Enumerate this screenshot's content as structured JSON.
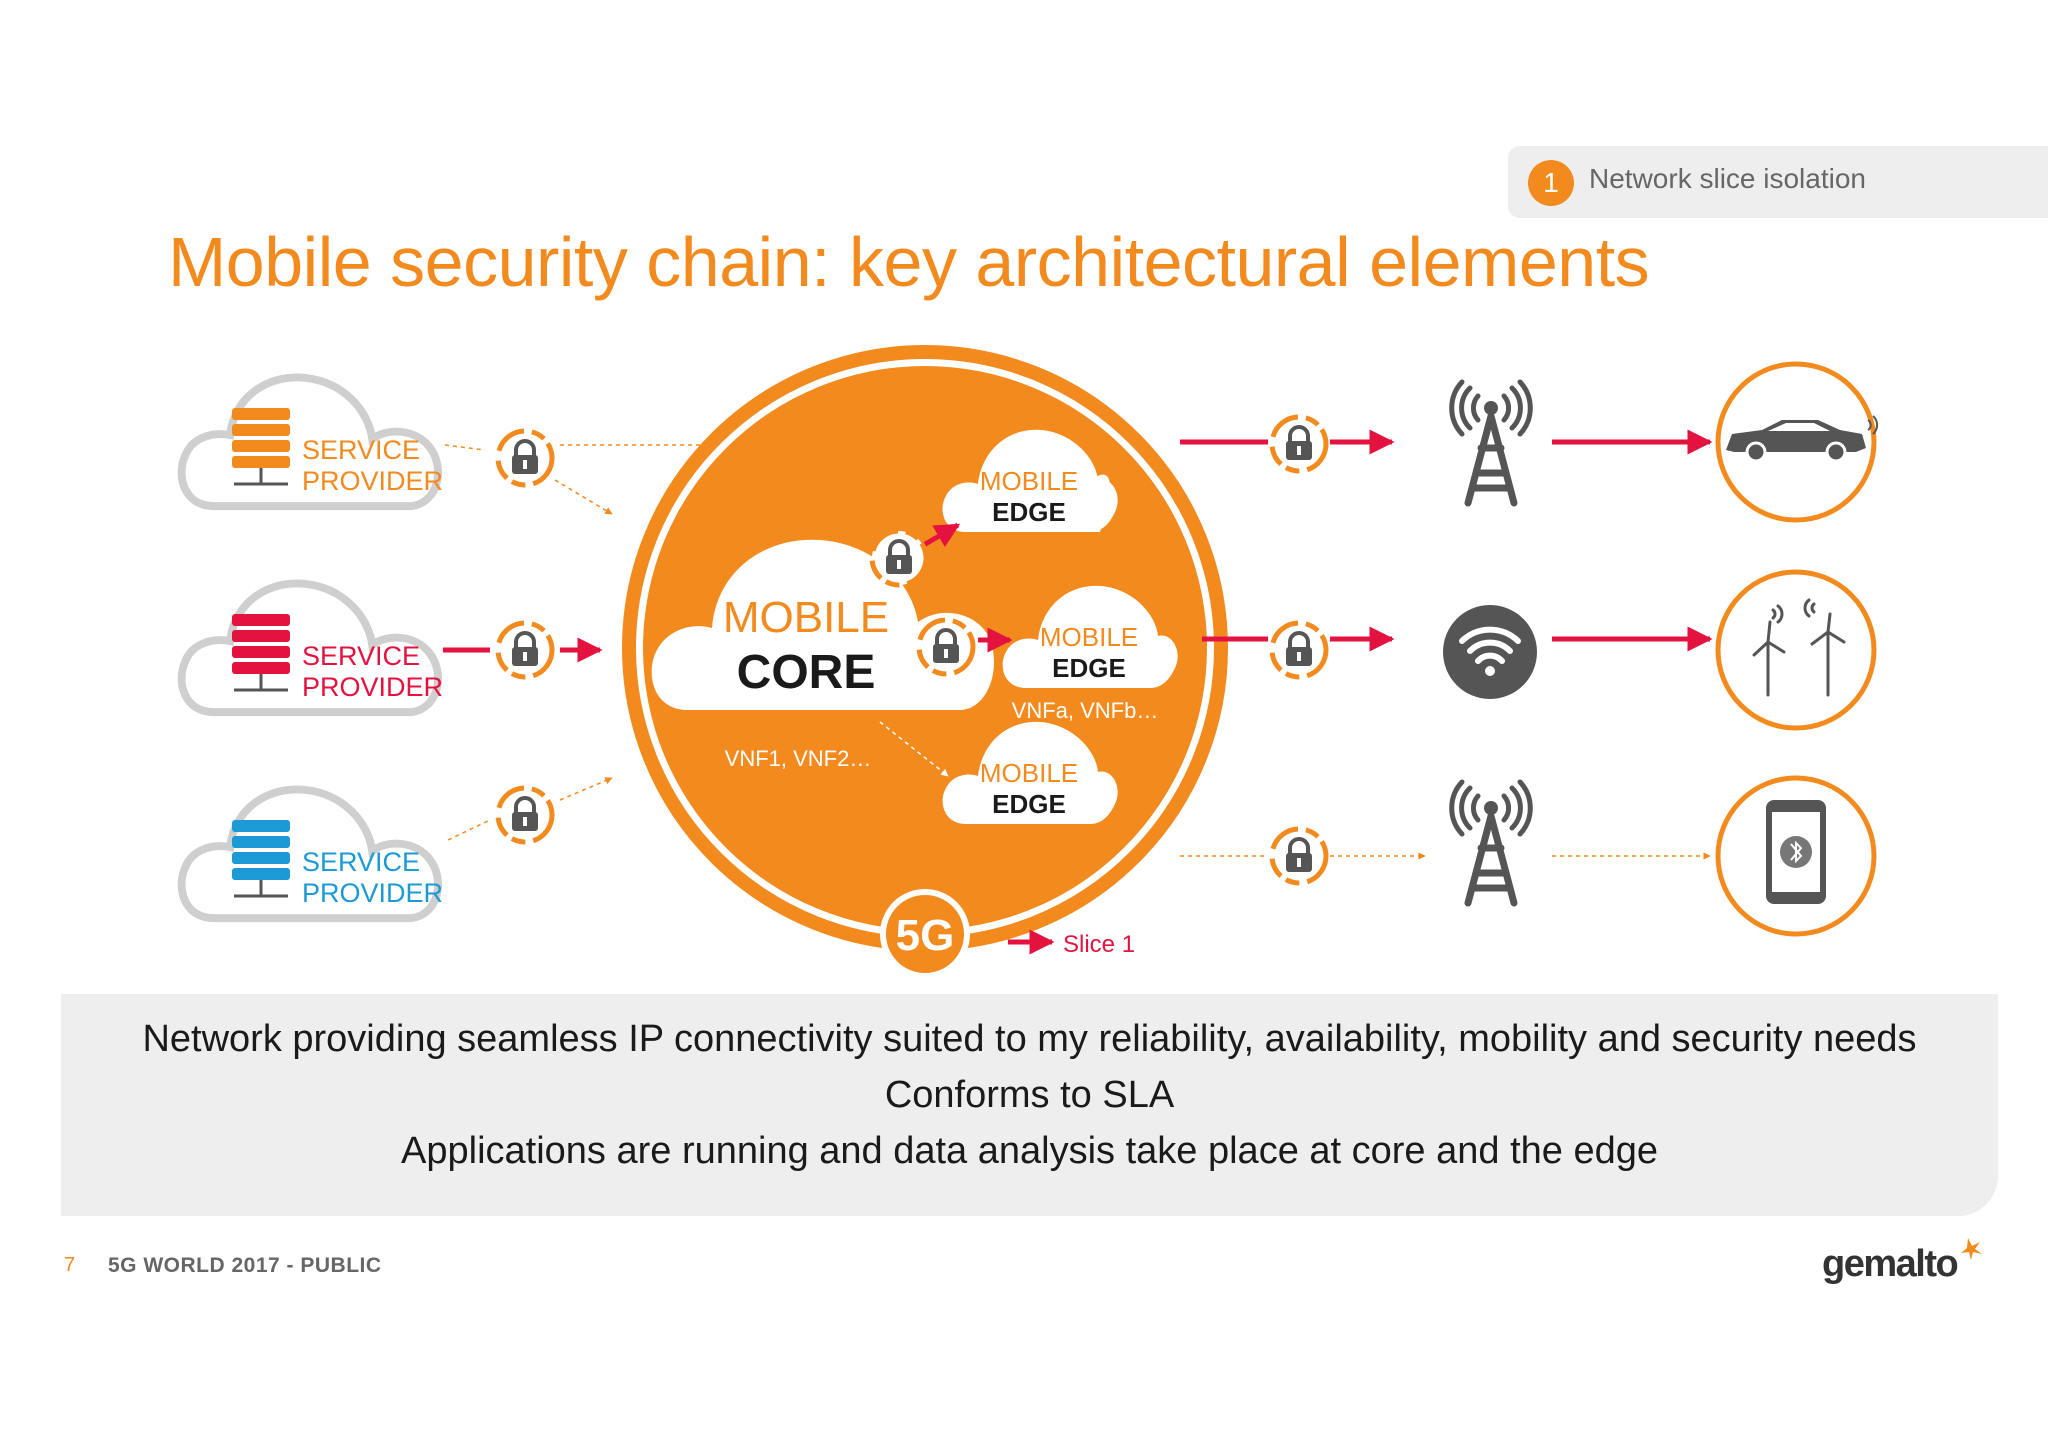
{
  "tag": {
    "number": "1",
    "label": "Network slice isolation"
  },
  "title": "Mobile security chain: key architectural elements",
  "providers": [
    {
      "line1": "SERVICE",
      "line2": "PROVIDER",
      "color": "#f28a1e"
    },
    {
      "line1": "SERVICE",
      "line2": "PROVIDER",
      "color": "#e3123f"
    },
    {
      "line1": "SERVICE",
      "line2": "PROVIDER",
      "color": "#1b9ad6"
    }
  ],
  "core": {
    "line1": "MOBILE",
    "line2": "CORE",
    "vnf": "VNF1, VNF2…"
  },
  "edges": [
    {
      "line1": "MOBILE",
      "line2": "EDGE"
    },
    {
      "line1": "MOBILE",
      "line2": "EDGE",
      "vnf": "VNFa, VNFb…"
    },
    {
      "line1": "MOBILE",
      "line2": "EDGE"
    }
  ],
  "badge_5g": "5G",
  "legend": {
    "label": "Slice 1",
    "color": "#e3123f"
  },
  "access_points": [
    "cell-tower-icon",
    "wifi-icon",
    "cell-tower-icon"
  ],
  "devices": [
    "car-icon",
    "wind-turbines-icon",
    "smartphone-icon"
  ],
  "footer": {
    "lines": [
      "Network providing seamless IP connectivity suited to my reliability, availability, mobility and security needs",
      "Conforms to SLA",
      "Applications are running and data analysis take place at core and the edge"
    ]
  },
  "page_number": "7",
  "event": "5G WORLD 2017 - PUBLIC",
  "logo": "gemalto",
  "colors": {
    "orange": "#f28a1e",
    "red": "#e3123f",
    "blue": "#1b9ad6",
    "gray": "#555555"
  }
}
